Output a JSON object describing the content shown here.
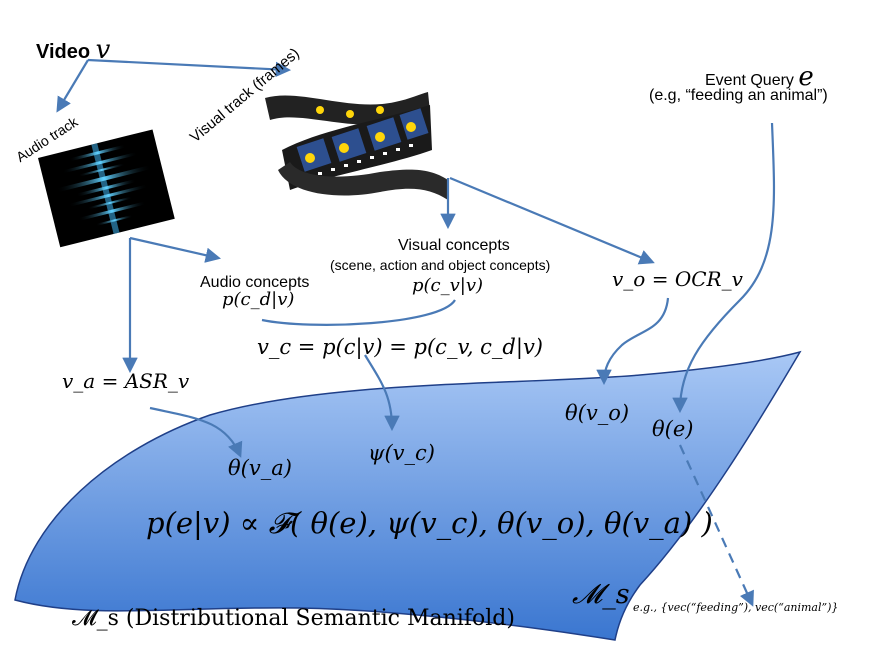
{
  "colors": {
    "arrow": "#4a7ab6",
    "manifold_top": "#a9c8f5",
    "manifold_bottom": "#3a76d0",
    "manifold_edge": "#1f3f88"
  },
  "labels": {
    "video_word": "Video",
    "video_symbol": "v",
    "visual_track": "Visual track (frames)",
    "audio_track": "Audio track",
    "event_query_word": "Event Query",
    "event_query_symbol": "e",
    "event_example": "(e.g, “feeding an  animal”)",
    "visual_concepts": "Visual concepts",
    "visual_concepts_sub": "(scene, action and object concepts)",
    "audio_concepts": "Audio concepts",
    "p_cd_v": "p(c_d|v)",
    "p_cv_v": "p(c_v|v)",
    "vo_ocr": "v_o = OCR_v",
    "vc_eq": "v_c = p(c|v) = p(c_v, c_d|v)",
    "va_asr": "v_a = ASR_v",
    "theta_vo": "θ(v_o)",
    "theta_e": "θ(e)",
    "theta_va": "θ(v_a)",
    "psi_vc": "ψ(v_c)",
    "main_formula": "p(e|v) ∝ 𝓕( θ(e), ψ(v_c), θ(v_o), θ(v_a) )",
    "manifold_symbol": "𝓜_s",
    "manifold_caption": "𝓜_s (Distributional Semantic Manifold)",
    "eg_vectors": "e.g., {vec(“feeding”), vec(“animal”)}"
  }
}
